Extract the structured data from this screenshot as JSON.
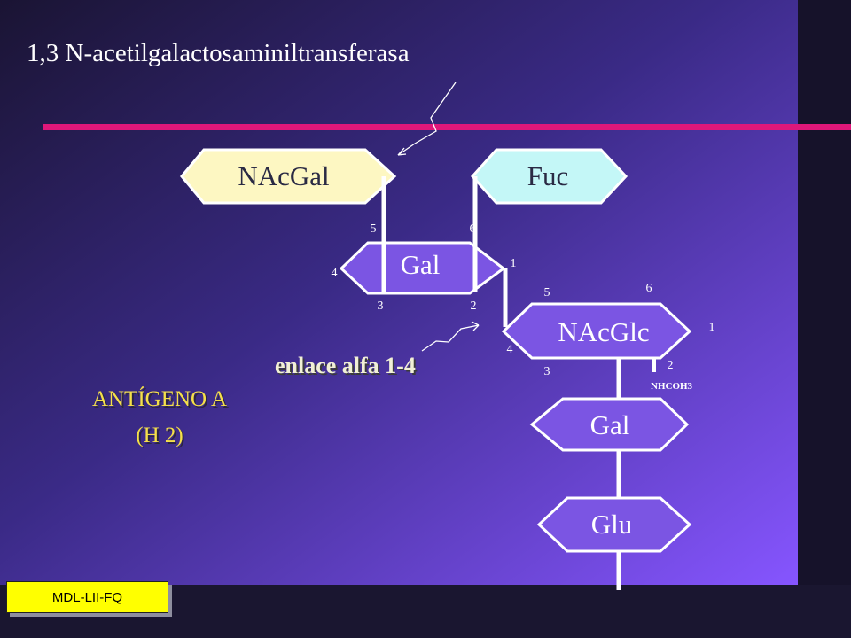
{
  "title": "1,3 N-acetilgalactosaminiltransferasa",
  "rings": {
    "nacgal": "NAcGal",
    "fuc": "Fuc",
    "gal_top": "Gal",
    "nacglc": "NAcGlc",
    "gal_lower": "Gal",
    "glu": "Glu"
  },
  "gal_top_positions": {
    "p5": "5",
    "p6": "6",
    "p4": "4",
    "p1": "1",
    "p3": "3",
    "p2": "2"
  },
  "nacglc_positions": {
    "p5": "5",
    "p6": "6",
    "p1": "1",
    "p4": "4",
    "p3": "3",
    "p2": "2"
  },
  "substituent": "NHCOH3",
  "bond_label": "enlace alfa 1-4",
  "antigen": {
    "name": "ANTÍGENO A",
    "subtype": "(H 2)"
  },
  "footer_badge": "MDL-LII-FQ",
  "colors": {
    "pink_bar": "#e0177a",
    "nacgal_fill": "#fdf7c2",
    "fuc_fill": "#c4f7f7",
    "ring_fill": "#7b55e3",
    "antigen_text": "#f5e04a",
    "badge": "#ffff00"
  }
}
